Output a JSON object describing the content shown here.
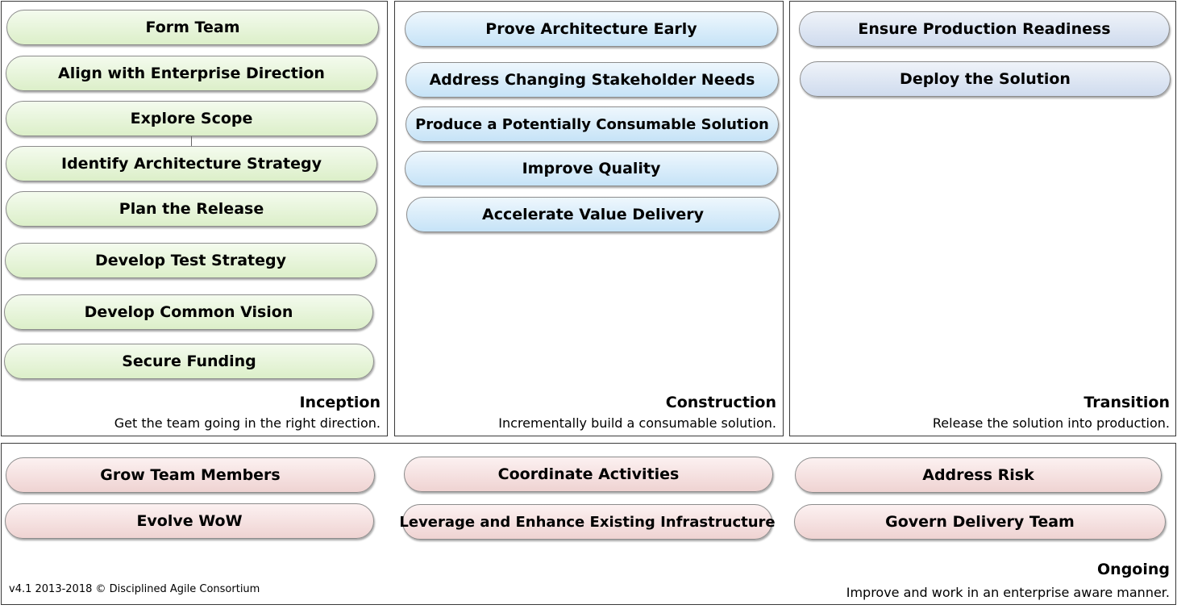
{
  "phases": {
    "inception": {
      "title": "Inception",
      "description": "Get the team going in the right direction.",
      "goals": [
        "Form Team",
        "Align with Enterprise Direction",
        "Explore Scope",
        "Identify Architecture Strategy",
        "Plan the Release",
        "Develop Test Strategy",
        "Develop Common Vision",
        "Secure Funding"
      ]
    },
    "construction": {
      "title": "Construction",
      "description": "Incrementally build a consumable solution.",
      "goals": [
        "Prove Architecture Early",
        "Address Changing Stakeholder Needs",
        "Produce a Potentially Consumable Solution",
        "Improve Quality",
        "Accelerate Value Delivery"
      ]
    },
    "transition": {
      "title": "Transition",
      "description": "Release the solution into production.",
      "goals": [
        "Ensure Production Readiness",
        "Deploy the Solution"
      ]
    },
    "ongoing": {
      "title": "Ongoing",
      "description": "Improve and work in an enterprise aware manner.",
      "goals": [
        "Grow Team Members",
        "Evolve WoW",
        "Coordinate Activities",
        "Leverage and Enhance Existing Infrastructure",
        "Address Risk",
        "Govern Delivery Team"
      ]
    }
  },
  "footer": {
    "copyright": "v4.1 2013-2018 © Disciplined Agile Consortium"
  },
  "colors": {
    "inception_goal": "#dcefc9",
    "construction_goal": "#c6e3f7",
    "transition_goal": "#cfdbee",
    "ongoing_goal": "#efd3d2"
  }
}
